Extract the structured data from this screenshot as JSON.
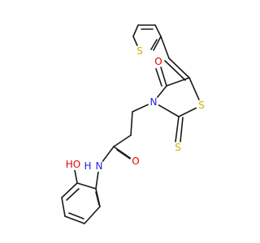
{
  "molecule": {
    "atoms": {
      "S_thio": {
        "text": "S",
        "color": "#c8b400"
      },
      "O_ketone": {
        "text": "O",
        "color": "#e00000"
      },
      "S_ring": {
        "text": "S",
        "color": "#c8b400"
      },
      "N_ring": {
        "text": "N",
        "color": "#2323e6"
      },
      "S_thione": {
        "text": "S",
        "color": "#c8b400"
      },
      "O_amide": {
        "text": "O",
        "color": "#e00000"
      },
      "NH": {
        "text": "N",
        "color": "#2323e6"
      },
      "H_amide": {
        "text": "H",
        "color": "#2323e6"
      },
      "OH": {
        "text": "HO",
        "color": "#e00000"
      }
    },
    "bond_color": "#1a1a1a"
  }
}
